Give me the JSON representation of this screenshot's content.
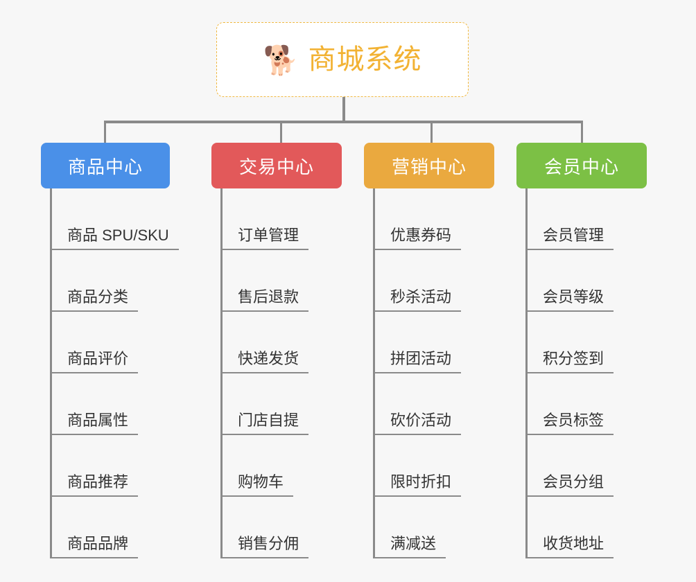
{
  "root": {
    "icon": "shiba-dog-face-emoji",
    "icon_glyph": "🐕",
    "title": "商城系统"
  },
  "colors": {
    "background": "#f7f7f7",
    "root_border": "#f0b840",
    "root_text": "#f2b233",
    "connector": "#8a8a8a",
    "leaf_text": "#333333",
    "branch_1": "#4a90e8",
    "branch_2": "#e2595a",
    "branch_3": "#eaa93f",
    "branch_4": "#7cc045"
  },
  "branches": [
    {
      "label": "商品中心",
      "color": "#4a90e8",
      "items": [
        {
          "label": "商品 SPU/SKU"
        },
        {
          "label": "商品分类"
        },
        {
          "label": "商品评价"
        },
        {
          "label": "商品属性"
        },
        {
          "label": "商品推荐"
        },
        {
          "label": "商品品牌"
        }
      ]
    },
    {
      "label": "交易中心",
      "color": "#e2595a",
      "items": [
        {
          "label": "订单管理"
        },
        {
          "label": "售后退款"
        },
        {
          "label": "快递发货"
        },
        {
          "label": "门店自提"
        },
        {
          "label": "购物车"
        },
        {
          "label": "销售分佣"
        }
      ]
    },
    {
      "label": "营销中心",
      "color": "#eaa93f",
      "items": [
        {
          "label": "优惠券码"
        },
        {
          "label": "秒杀活动"
        },
        {
          "label": "拼团活动"
        },
        {
          "label": "砍价活动"
        },
        {
          "label": "限时折扣"
        },
        {
          "label": "满减送"
        }
      ]
    },
    {
      "label": "会员中心",
      "color": "#7cc045",
      "items": [
        {
          "label": "会员管理"
        },
        {
          "label": "会员等级"
        },
        {
          "label": "积分签到"
        },
        {
          "label": "会员标签"
        },
        {
          "label": "会员分组"
        },
        {
          "label": "收货地址"
        }
      ]
    }
  ]
}
